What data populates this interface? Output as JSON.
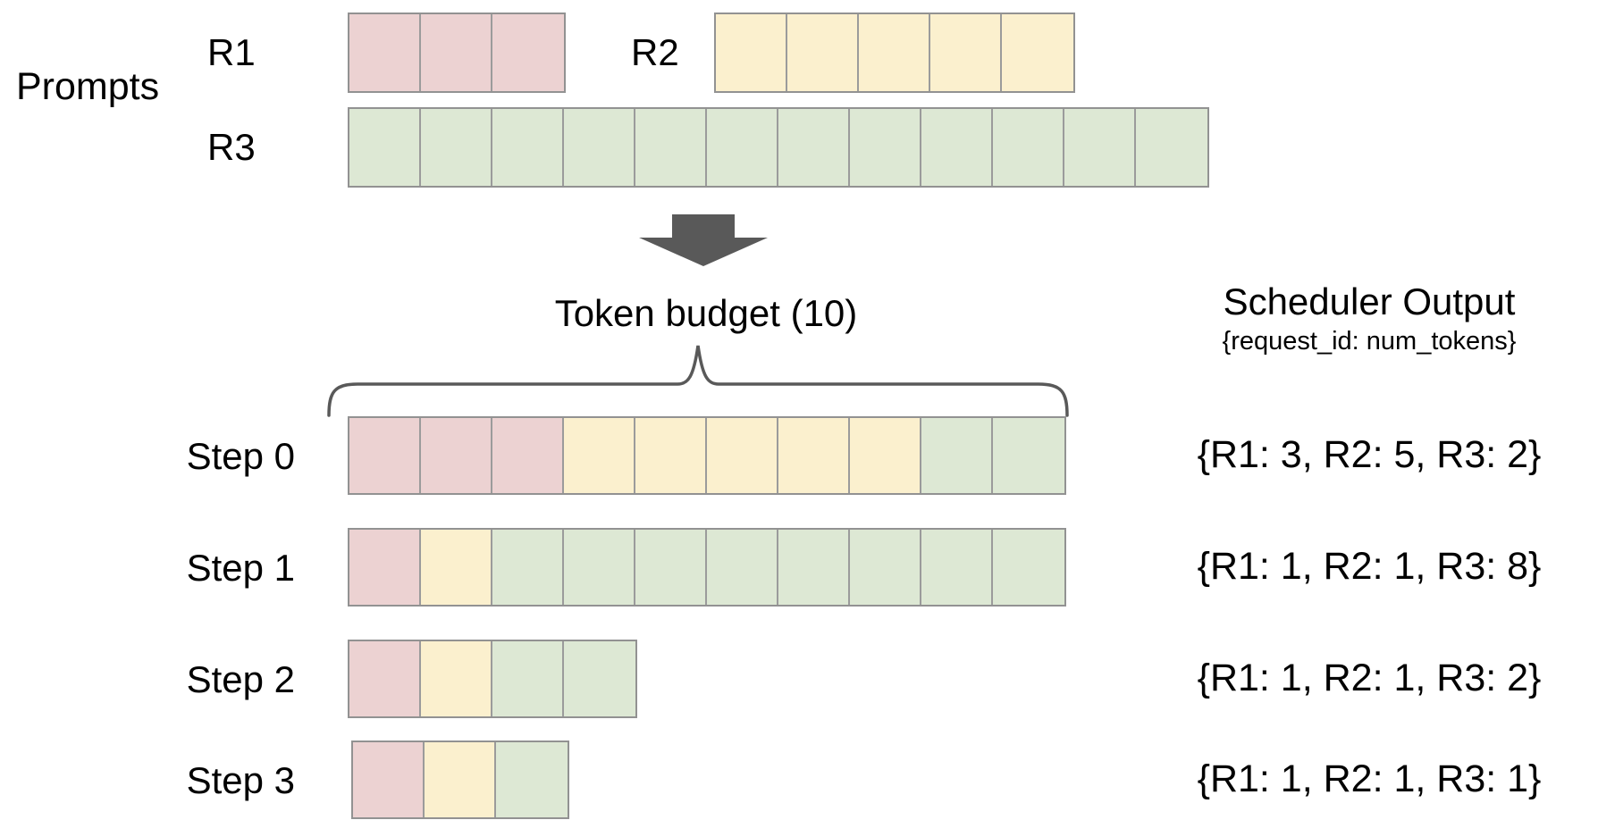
{
  "colors": {
    "R1": "#ecd2d2",
    "R2": "#fbf0ce",
    "R3": "#dde8d4",
    "cell_border": "#9b9b9b",
    "arrow": "#595959",
    "brace": "#595959",
    "text": "#000000"
  },
  "prompts": {
    "label": "Prompts",
    "rows": [
      {
        "id": "R1",
        "request": "R1",
        "tokens": 3
      },
      {
        "id": "R2",
        "request": "R2",
        "tokens": 5
      },
      {
        "id": "R3",
        "request": "R3",
        "tokens": 12
      }
    ]
  },
  "token_budget": {
    "label": "Token budget (10)",
    "value": 10
  },
  "scheduler": {
    "title": "Scheduler Output",
    "subtitle": "{request_id: num_tokens}"
  },
  "steps": [
    {
      "label": "Step 0",
      "allocations": [
        {
          "request": "R1",
          "tokens": 3
        },
        {
          "request": "R2",
          "tokens": 5
        },
        {
          "request": "R3",
          "tokens": 2
        }
      ],
      "output": "{R1: 3, R2: 5, R3: 2}"
    },
    {
      "label": "Step 1",
      "allocations": [
        {
          "request": "R1",
          "tokens": 1
        },
        {
          "request": "R2",
          "tokens": 1
        },
        {
          "request": "R3",
          "tokens": 8
        }
      ],
      "output": "{R1: 1, R2: 1, R3: 8}"
    },
    {
      "label": "Step 2",
      "allocations": [
        {
          "request": "R1",
          "tokens": 1
        },
        {
          "request": "R2",
          "tokens": 1
        },
        {
          "request": "R3",
          "tokens": 2
        }
      ],
      "output": "{R1: 1, R2: 1, R3: 2}"
    },
    {
      "label": "Step 3",
      "allocations": [
        {
          "request": "R1",
          "tokens": 1
        },
        {
          "request": "R2",
          "tokens": 1
        },
        {
          "request": "R3",
          "tokens": 1
        }
      ],
      "output": "{R1: 1, R2: 1, R3: 1}"
    }
  ]
}
